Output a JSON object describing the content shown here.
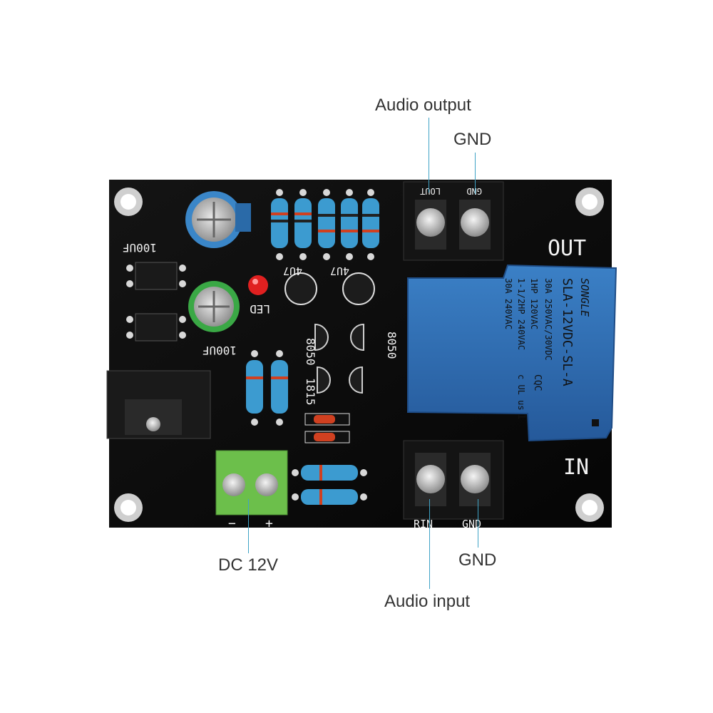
{
  "callouts": {
    "audio_output": "Audio output",
    "gnd_top": "GND",
    "dc_12v": "DC 12V",
    "gnd_bottom": "GND",
    "audio_input": "Audio input"
  },
  "board": {
    "out_label": "OUT",
    "in_label": "IN",
    "cap1": "100UF",
    "cap2": "100UF",
    "cap3": "4U7",
    "cap4": "4U7",
    "led": "LED",
    "t1": "8050",
    "t2": "8050",
    "t3": "1815",
    "terminal_out_1": "LOUT",
    "terminal_out_2": "GND",
    "terminal_in_1": "RIN",
    "terminal_in_2": "GND",
    "minus": "−",
    "plus": "+",
    "relay_model": "SLA-12VDC-SL-A",
    "relay_brand": "SONGLE",
    "relay_line1": "30A 250VAC/30VDC",
    "relay_line2": "1HP 120VAC",
    "relay_line3": "1-1/2HP 240VAC",
    "relay_line4": "30A 240VAC",
    "relay_cqc": "CQC",
    "relay_ul": "c UL us",
    "relay_num": "1"
  },
  "colors": {
    "pcb": "#0b0b0b",
    "relay": "#2f6fb5",
    "terminal_green": "#6cbf4b",
    "lead_line": "#3fa3c6",
    "cap_blue": "#3a86c8",
    "cap_green": "#3aa845",
    "resistor_blue": "#3c9bd0",
    "led_red": "#e02020"
  }
}
